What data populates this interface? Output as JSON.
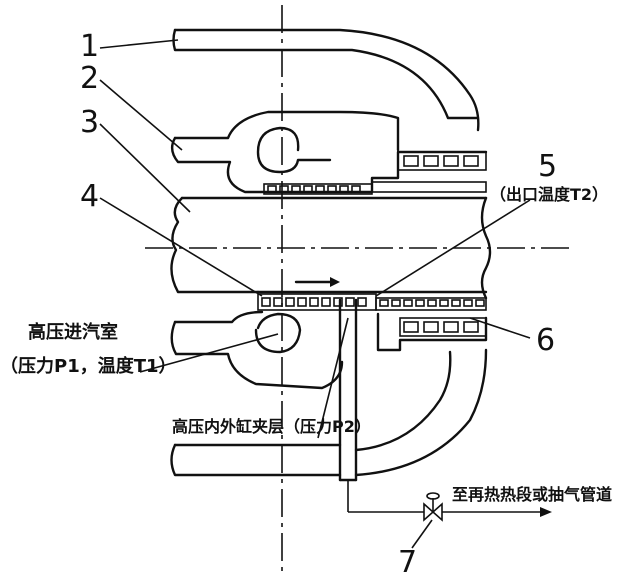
{
  "callouts": [
    "1",
    "2",
    "3",
    "4",
    "5",
    "6",
    "7"
  ],
  "labels": {
    "outlet_temp": "（出口温度T2）",
    "hp_chamber": "高压进汽室",
    "hp_chamber_params": "（压力P1，温度T1）",
    "interlayer": "高压内外缸夹层（压力P2）",
    "to_extraction": "至再热热段或抽气管道"
  }
}
